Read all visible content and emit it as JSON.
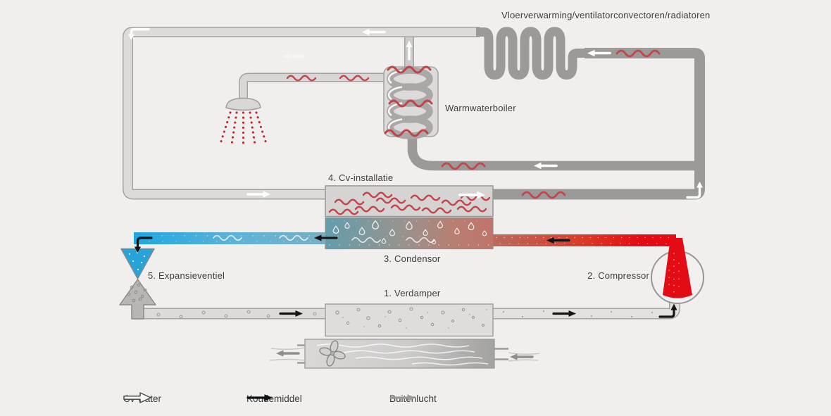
{
  "diagram_title": "Vloerverwarming/ventilatorconvectoren/radiatoren",
  "component_labels": {
    "verdamper": "1. Verdamper",
    "compressor": "2. Compressor",
    "condensor": "3. Condensor",
    "cv_installatie": "4. Cv-installatie",
    "expansieventiel": "5. Expansieventiel",
    "warmwaterboiler": "Warmwaterboiler"
  },
  "legend": {
    "cv_water": "Cv-water",
    "koudemiddel": "Koudemiddel",
    "buitenlucht": "Buitenlucht"
  },
  "colors": {
    "background": "#f0efee",
    "pipe_light": "#dcdbda",
    "pipe_dark": "#9b9a99",
    "hot_red": "#e30c15",
    "cold_blue": "#1fa6e0",
    "heat_squiggle": "#c4454c"
  }
}
